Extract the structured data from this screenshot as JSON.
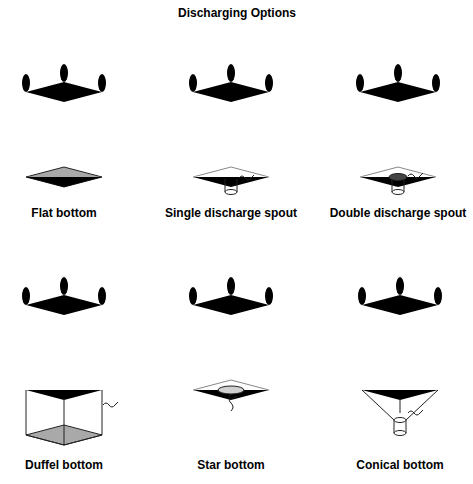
{
  "diagram": {
    "title": "Discharging Options",
    "labels": [
      "Flat bottom",
      "Single discharge spout",
      "Double discharge spout",
      "Duffel bottom",
      "Star bottom",
      "Conical bottom"
    ]
  }
}
